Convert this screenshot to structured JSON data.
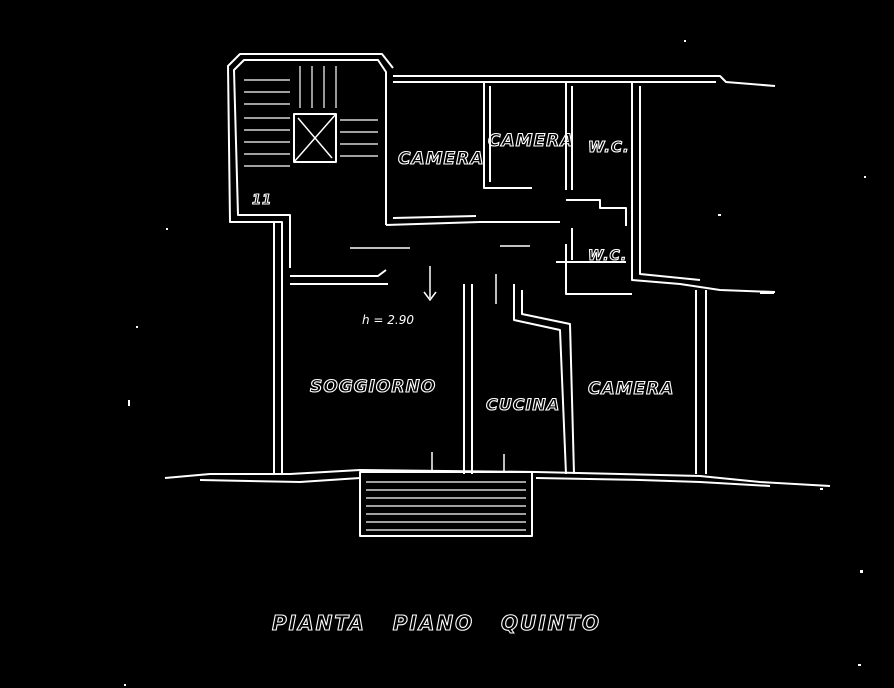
{
  "rooms": {
    "camera_1": "CAMERA",
    "camera_2": "CAMERA",
    "wc_1": "W.C.",
    "wc_2": "W.C.",
    "soggiorno": "SOGGIORNO",
    "cucina": "CUCINA",
    "camera_3": "CAMERA"
  },
  "annotations": {
    "height": "h = 2.90",
    "stair_mark": "11"
  },
  "title": "PIANTA   PIANO   QUINTO",
  "colors": {
    "background": "#000000",
    "lines": "#ffffff"
  }
}
